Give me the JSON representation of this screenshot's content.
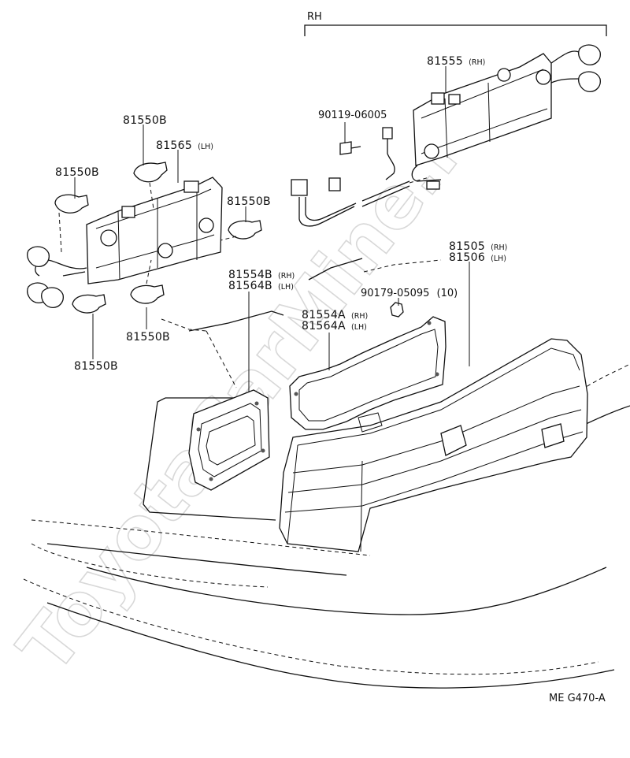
{
  "diagram": {
    "region_label": "RH",
    "drawing_code": "ME  G470-A",
    "watermark": "ToyotaCarMine.ru",
    "callouts": [
      {
        "id": "c1",
        "part": "81550B",
        "suffix": ""
      },
      {
        "id": "c2",
        "part": "81565",
        "suffix": "(LH)"
      },
      {
        "id": "c3",
        "part": "81550B",
        "suffix": ""
      },
      {
        "id": "c4",
        "part": "81550B",
        "suffix": ""
      },
      {
        "id": "c5",
        "part": "81550B",
        "suffix": ""
      },
      {
        "id": "c6",
        "part": "81550B",
        "suffix": ""
      },
      {
        "id": "c7",
        "part": "81554B",
        "suffix": "(RH)"
      },
      {
        "id": "c8",
        "part": "81564B",
        "suffix": "(LH)"
      },
      {
        "id": "c9",
        "part": "90119-06005",
        "suffix": ""
      },
      {
        "id": "c10",
        "part": "81555",
        "suffix": "(RH)"
      },
      {
        "id": "c11",
        "part": "81505",
        "suffix": "(RH)"
      },
      {
        "id": "c12",
        "part": "81506",
        "suffix": "(LH)"
      },
      {
        "id": "c13",
        "part": "90179-05095",
        "suffix": "(10)"
      },
      {
        "id": "c14",
        "part": "81554A",
        "suffix": "(RH)"
      },
      {
        "id": "c15",
        "part": "81564A",
        "suffix": "(LH)"
      }
    ]
  }
}
